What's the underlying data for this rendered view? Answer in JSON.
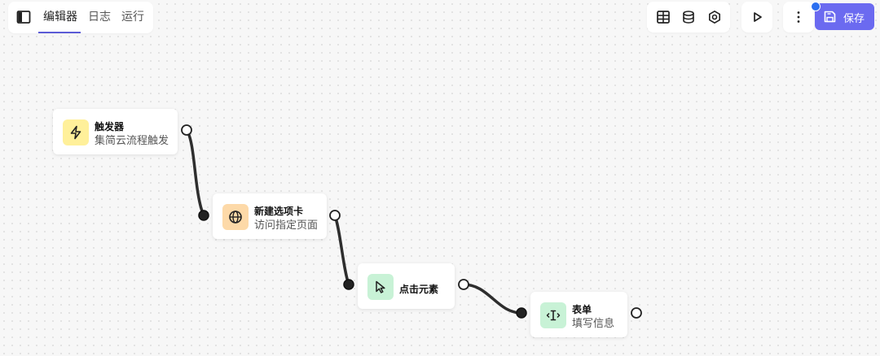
{
  "header": {
    "tabs": [
      {
        "label": "编辑器",
        "active": true
      },
      {
        "label": "日志"
      },
      {
        "label": "运行"
      }
    ],
    "accent_color": "#5b5bd6",
    "toolbar_icons": [
      "table-icon",
      "database-icon",
      "settings-icon"
    ],
    "run_icon": "play-icon",
    "menu_icon": "more-vertical-icon",
    "save_label": "保存",
    "save_color": "#6b6af0"
  },
  "nodes": [
    {
      "title": "触发器",
      "subtitle": "集简云流程触发",
      "icon": "lightning-icon",
      "icon_bg": "#fff09a"
    },
    {
      "title": "新建选项卡",
      "subtitle": "访问指定页面",
      "icon": "globe-icon",
      "icon_bg": "#fdd9a8"
    },
    {
      "title": "点击元素",
      "subtitle": "",
      "icon": "cursor-icon",
      "icon_bg": "#c8f2d6"
    },
    {
      "title": "表单",
      "subtitle": "填写信息",
      "icon": "text-cursor-icon",
      "icon_bg": "#c8f2d6"
    }
  ]
}
